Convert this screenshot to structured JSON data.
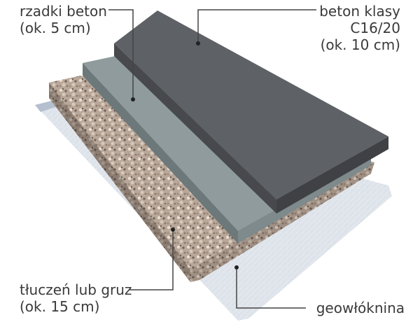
{
  "labels": {
    "screed": {
      "line1": "rzadki beton",
      "line2": "(ok. 5 cm)"
    },
    "concrete": {
      "line1": "beton klasy",
      "line2": "C16/20",
      "line3": "(ok. 10 cm)"
    },
    "rubble": {
      "line1": "tłuczeń lub gruz",
      "line2": "(ok. 15 cm)"
    },
    "geotextile": {
      "line1": "geowłóknina"
    }
  },
  "colors": {
    "concrete_top": "#5d6064",
    "concrete_side": "#44474b",
    "screed_top": "#8e9a9c",
    "screed_side": "#6f7b7d",
    "gravel": "#b8a79a",
    "geotextile": "#e3e7ee",
    "leader": "#444444",
    "text": "#3a3a3a"
  }
}
